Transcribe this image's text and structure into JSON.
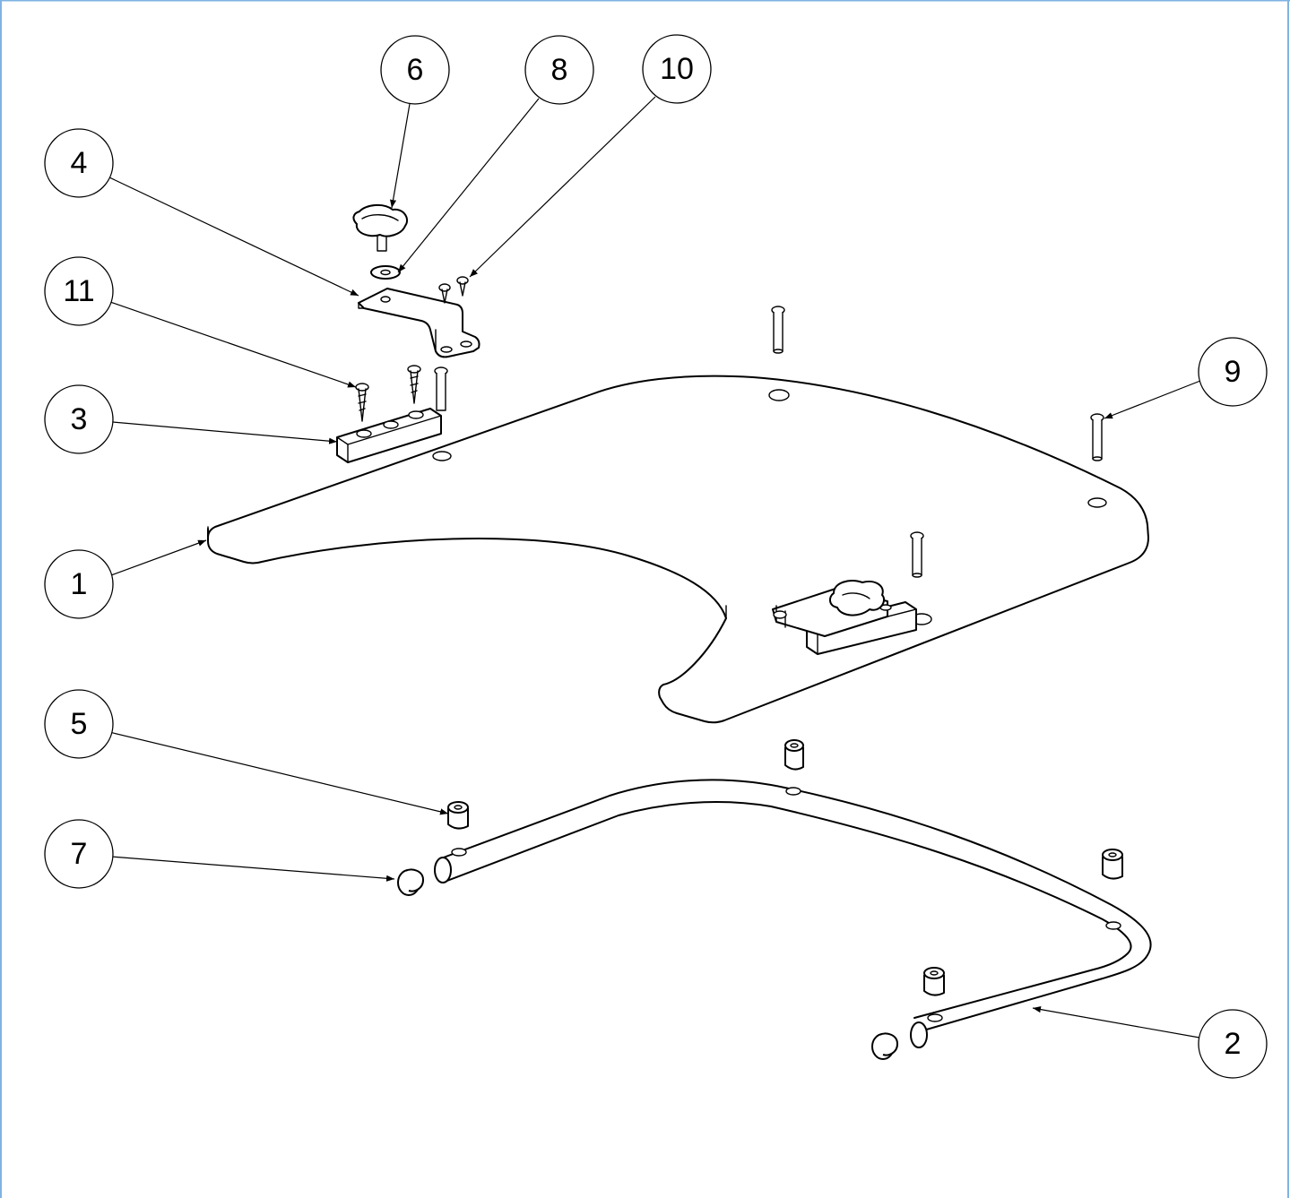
{
  "frame": {
    "border_color": "#7fb3e3"
  },
  "balloons": [
    {
      "id": "1",
      "label": "1"
    },
    {
      "id": "2",
      "label": "2"
    },
    {
      "id": "3",
      "label": "3"
    },
    {
      "id": "4",
      "label": "4"
    },
    {
      "id": "5",
      "label": "5"
    },
    {
      "id": "6",
      "label": "6"
    },
    {
      "id": "7",
      "label": "7"
    },
    {
      "id": "8",
      "label": "8"
    },
    {
      "id": "9",
      "label": "9"
    },
    {
      "id": "10",
      "label": "10"
    },
    {
      "id": "11",
      "label": "11"
    }
  ]
}
